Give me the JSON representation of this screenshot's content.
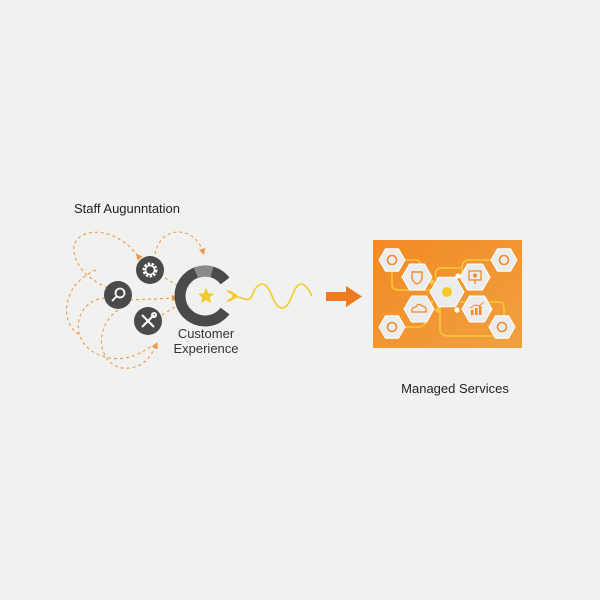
{
  "left": {
    "title": "Staff Augunntation",
    "hub_label_line1": "Customer",
    "hub_label_line2": "Experience",
    "icons": [
      "gear-icon",
      "search-icon",
      "tools-icon",
      "star-icon"
    ]
  },
  "right": {
    "title": "Managed Services",
    "icons": [
      "shield-icon",
      "presentation-icon",
      "cloud-icon",
      "bar-chart-icon"
    ]
  },
  "colors": {
    "background": "#f1f1f0",
    "orange": "#f08a2c",
    "dark_gray": "#4a4a4a",
    "yellow": "#f5c928",
    "connector": "#f7c73a"
  }
}
